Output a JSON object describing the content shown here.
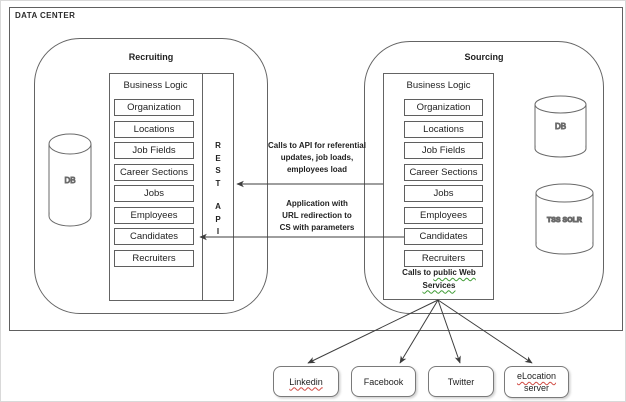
{
  "title": "DATA CENTER",
  "recruiting": {
    "title": "Recruiting",
    "business_logic_label": "Business Logic",
    "rest_label": "R\nE\nS\nT",
    "api_label": "A\nP\nI",
    "db_label": "DB",
    "items": [
      "Organization",
      "Locations",
      "Job Fields",
      "Career Sections",
      "Jobs",
      "Employees",
      "Candidates",
      "Recruiters"
    ]
  },
  "sourcing": {
    "title": "Sourcing",
    "business_logic_label": "Business Logic",
    "db_label": "DB",
    "solr_label": "TSS SOLR",
    "items": [
      "Organization",
      "Locations",
      "Job Fields",
      "Career Sections",
      "Jobs",
      "Employees",
      "Candidates",
      "Recruiters"
    ],
    "web_services_note": {
      "prefix": "Calls to ",
      "underlined": "public Web",
      "line2": "Services"
    }
  },
  "connections": {
    "api_call_note": "Calls to API for referential\nupdates, job loads,\nemployees load",
    "redirect_note": "Application with\nURL redirection to\nCS with parameters"
  },
  "external": {
    "items": [
      {
        "label": "Linkedin"
      },
      {
        "label": "Facebook"
      },
      {
        "label": "Twitter"
      },
      {
        "label": "eLocation",
        "label2": "server"
      }
    ]
  },
  "colors": {
    "line": "#646464",
    "arrow": "#3d3d3d",
    "text": "#1f1f1f",
    "spellcheck_red": "#d04a42",
    "spellcheck_green": "#3f9c35"
  }
}
